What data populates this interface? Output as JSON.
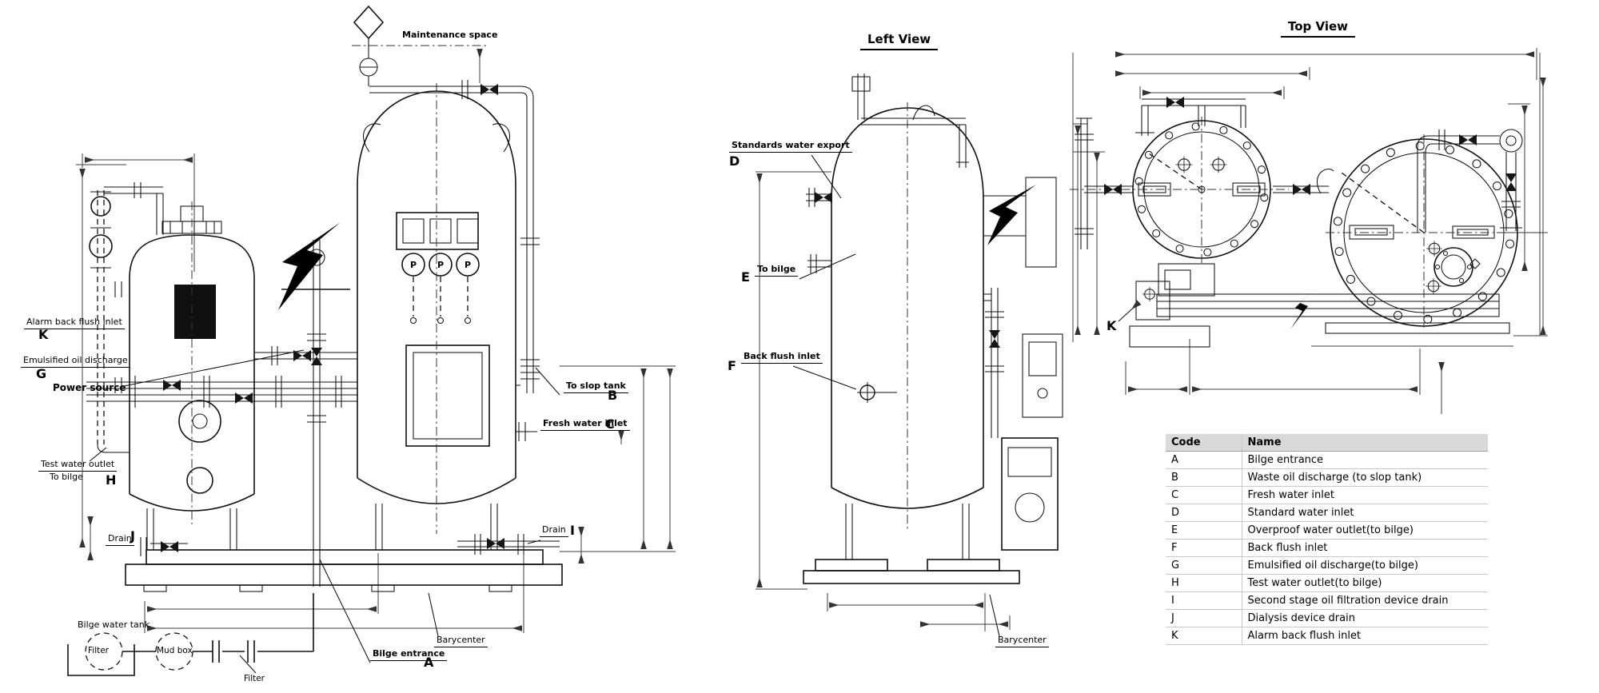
{
  "front_view": {
    "labels": {
      "maintenance_space": "Maintenance space",
      "alarm_back_flush_inlet": "Alarm back flush inlet",
      "code_k": "K",
      "emulsified_oil_discharge": "Emulsified oil discharge",
      "code_g": "G",
      "power_source": "Power source",
      "test_water_outlet": "Test water outlet",
      "test_water_outlet_dest": "To bilge",
      "code_h": "H",
      "drain_left": "Drain",
      "code_j": "J",
      "to_slop_tank": "To slop tank",
      "code_b": "B",
      "fresh_water_inlet": "Fresh water inlet",
      "code_c": "C",
      "drain_right": "Drain",
      "code_i": "I",
      "bilge_entrance": "Bilge entrance",
      "code_a": "A",
      "barycenter": "Barycenter",
      "bilge_water_tank": "Bilge water tank",
      "filter_in_tank": "Filter",
      "mud_box": "Mud box",
      "filter_inline": "Filter",
      "pressure_gauge": "P"
    }
  },
  "left_view": {
    "title": "Left View",
    "labels": {
      "standards_water_export": "Standards water export",
      "code_d": "D",
      "overproof_water_outlet_dest": "To bilge",
      "code_e": "E",
      "back_flush_inlet": "Back flush inlet",
      "code_f": "F",
      "barycenter": "Barycenter"
    }
  },
  "top_view": {
    "title": "Top View",
    "labels": {
      "code_k": "K"
    }
  },
  "legend_table": {
    "headers": [
      "Code",
      "Name"
    ],
    "rows": [
      [
        "A",
        "Bilge entrance"
      ],
      [
        "B",
        "Waste oil discharge (to slop tank)"
      ],
      [
        "C",
        "Fresh water inlet"
      ],
      [
        "D",
        "Standard water inlet"
      ],
      [
        "E",
        "Overproof water outlet(to bilge)"
      ],
      [
        "F",
        "Back flush inlet"
      ],
      [
        "G",
        "Emulsified oil discharge(to bilge)"
      ],
      [
        "H",
        "Test water outlet(to bilge)"
      ],
      [
        "I",
        "Second stage oil filtration device drain"
      ],
      [
        "J",
        "Dialysis device drain"
      ],
      [
        "K",
        "Alarm back flush inlet"
      ]
    ],
    "colors": {
      "header_bg": "#d9d9d9",
      "row_border": "#c9c9c9",
      "text": "#000000"
    }
  },
  "canvas": {
    "background": "#ffffff",
    "line_color": "#111111"
  }
}
